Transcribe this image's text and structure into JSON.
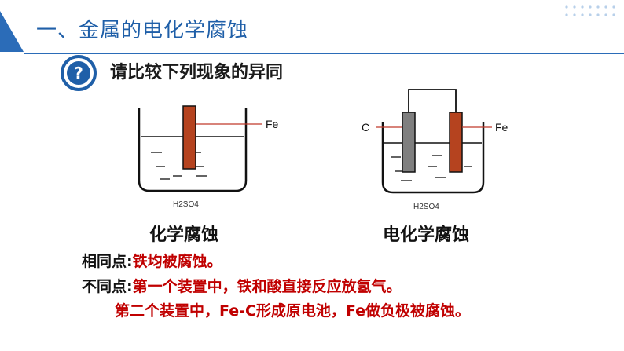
{
  "header": {
    "title": "一、金属的电化学腐蚀",
    "accent_color": "#1f5fa8"
  },
  "question": {
    "icon": "question-circle-icon",
    "text": "请比较下列现象的异同"
  },
  "figure_left": {
    "electrode_label": "Fe",
    "solution_label": "H2SO4",
    "caption": "化学腐蚀"
  },
  "figure_right": {
    "left_electrode_label": "C",
    "right_electrode_label": "Fe",
    "solution_label": "H2SO4",
    "caption": "电化学腐蚀"
  },
  "answers": {
    "same_label": "相同点:",
    "same_text": "铁均被腐蚀。",
    "diff_label": "不同点:",
    "diff_text_1": "第一个装置中，铁和酸直接反应放氢气。",
    "diff_text_2": "第二个装置中，Fe-C形成原电池，Fe做负极被腐蚀。"
  },
  "colors": {
    "iron": "#b5431f",
    "carbon": "#7f7f7f",
    "answer_red": "#c00000"
  }
}
